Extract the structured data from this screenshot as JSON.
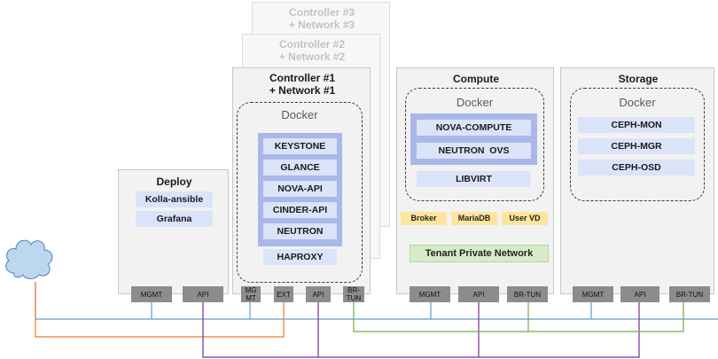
{
  "panels": {
    "controller3": {
      "title_line1": "Controller #3",
      "title_line2": "+ Network #3"
    },
    "controller2": {
      "title_line1": "Controller #2",
      "title_line2": "+ Network #2"
    },
    "controller1": {
      "title_line1": "Controller #1",
      "title_line2": "+ Network #1",
      "docker_label": "Docker",
      "services": [
        "KEYSTONE",
        "GLANCE",
        "NOVA-API",
        "CINDER-API",
        "NEUTRON"
      ],
      "extra": "HAPROXY",
      "ports": {
        "mgmt": "MG\nMT",
        "ext": "EXT",
        "api": "API",
        "brtun": "BR-\nTUN"
      }
    },
    "deploy": {
      "title": "Deploy",
      "items": [
        "Kolla-ansible",
        "Grafana"
      ],
      "ports": {
        "mgmt": "MGMT",
        "api": "API"
      }
    },
    "compute": {
      "title": "Compute",
      "docker_label": "Docker",
      "services": [
        "NOVA-COMPUTE",
        "NEUTRON  OVS"
      ],
      "extra": "LIBVIRT",
      "addons": [
        "Broker",
        "MariaDB",
        "User VD"
      ],
      "network": "Tenant Private Network",
      "ports": {
        "mgmt": "MGMT",
        "api": "API",
        "brtun": "BR-TUN"
      }
    },
    "storage": {
      "title": "Storage",
      "docker_label": "Docker",
      "services": [
        "CEPH-MON",
        "CEPH-MGR",
        "CEPH-OSD"
      ],
      "ports": {
        "mgmt": "MGMT",
        "api": "API",
        "brtun": "BR-TUN"
      }
    }
  },
  "colors": {
    "mgmt_line": "#5b9bd5",
    "ext_line": "#ed7d31",
    "api_line": "#7030a0",
    "tun_line": "#70ad47",
    "cloud": "#bdd7ee"
  }
}
